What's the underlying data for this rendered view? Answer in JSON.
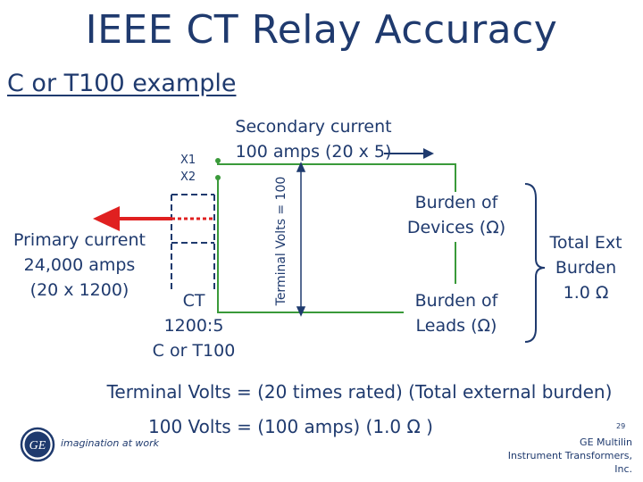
{
  "title": "IEEE CT Relay Accuracy",
  "subtitle": "C or T100 example",
  "primary": {
    "line1": "Primary current",
    "line2": "24,000 amps",
    "line3": "(20 x 1200)"
  },
  "terminals": {
    "x1": "X1",
    "x2": "X2"
  },
  "ct": {
    "line1": "CT",
    "line2": "1200:5",
    "line3": "C or T100"
  },
  "secondary": {
    "line1": "Secondary current",
    "line2": "100 amps (20 x 5)"
  },
  "terminal_volts_label": "Terminal Volts = 100",
  "burden_devices": {
    "line1": "Burden of",
    "line2": "Devices (Ω)"
  },
  "burden_leads": {
    "line1": "Burden of",
    "line2": "Leads (Ω)"
  },
  "total_burden": {
    "line1": "Total Ext",
    "line2": "Burden",
    "line3": "1.0 Ω"
  },
  "equations": {
    "eq1": "Terminal Volts = (20 times rated) (Total external burden)",
    "eq2": "100 Volts = (100 amps) (1.0 Ω )"
  },
  "footer": {
    "page_number": "29",
    "company_line1": "GE Multilin",
    "company_line2": "Instrument Transformers, Inc.",
    "logo_text": "GE",
    "tagline": "imagination at work"
  },
  "colors": {
    "text": "#1f3a6e",
    "wire": "#3a9a3a",
    "arrow": "#e02020",
    "ct_dash": "#1f3a6e",
    "brace": "#1f3a6e"
  }
}
